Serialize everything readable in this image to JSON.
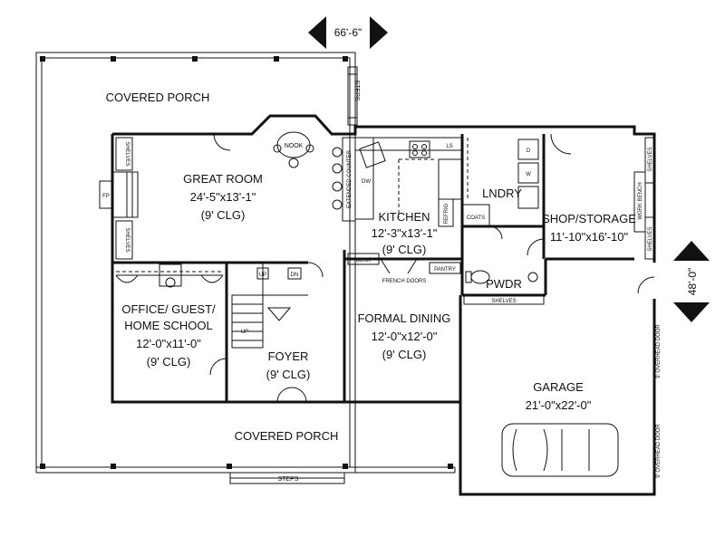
{
  "dimensions": {
    "width": "66'-6\"",
    "depth": "48'-0\""
  },
  "rooms": {
    "covered_porch_top": "COVERED PORCH",
    "covered_porch_bottom": "COVERED PORCH",
    "great_room": {
      "name": "GREAT ROOM",
      "size": "24'-5\"x13'-1\"",
      "ceiling": "(9' CLG)"
    },
    "kitchen": {
      "name": "KITCHEN",
      "size": "12'-3\"x13'-1\"",
      "ceiling": "(9' CLG)"
    },
    "laundry": "LNDRY",
    "shop": {
      "name": "SHOP/STORAGE",
      "size": "11'-10\"x16'-10\""
    },
    "office": {
      "line1": "OFFICE/ GUEST/",
      "line2": "HOME SCHOOL",
      "size": "12'-0\"x11'-0\"",
      "ceiling": "(9' CLG)"
    },
    "foyer": {
      "name": "FOYER",
      "ceiling": "(9' CLG)"
    },
    "formal_dining": {
      "name": "FORMAL DINING",
      "size": "12'-0\"x12'-0\"",
      "ceiling": "(9' CLG)"
    },
    "powder": "PWDR",
    "garage": {
      "name": "GARAGE",
      "size": "21'-0\"x22'-0\""
    }
  },
  "labels": {
    "nook": "NOOK",
    "steps_top": "STEPS",
    "steps_bottom": "STEPS",
    "shelves_left_top": "SHELVES",
    "shelves_left_bottom": "SHELVES",
    "fp": "FP",
    "extended_counter": "EXTENDED COUNTER",
    "dw": "DW",
    "ls": "LS",
    "refrig": "REFRIG",
    "coats": "COATS",
    "desk": "DESK",
    "pantry": "PANTRY",
    "french_doors": "FRENCH DOORS",
    "shelves_pwdr": "SHELVES",
    "shelves_shop_top": "SHELVES",
    "shelves_shop_bottom": "SHELVES",
    "work_bench": "WORK BENCH",
    "washer": "W",
    "dryer": "D",
    "up_stair": "UP",
    "up_small": "UP",
    "dn_small": "DN",
    "overhead_door_1": "9' OVERHEAD DOOR",
    "overhead_door_2": "9' OVERHEAD DOOR"
  }
}
